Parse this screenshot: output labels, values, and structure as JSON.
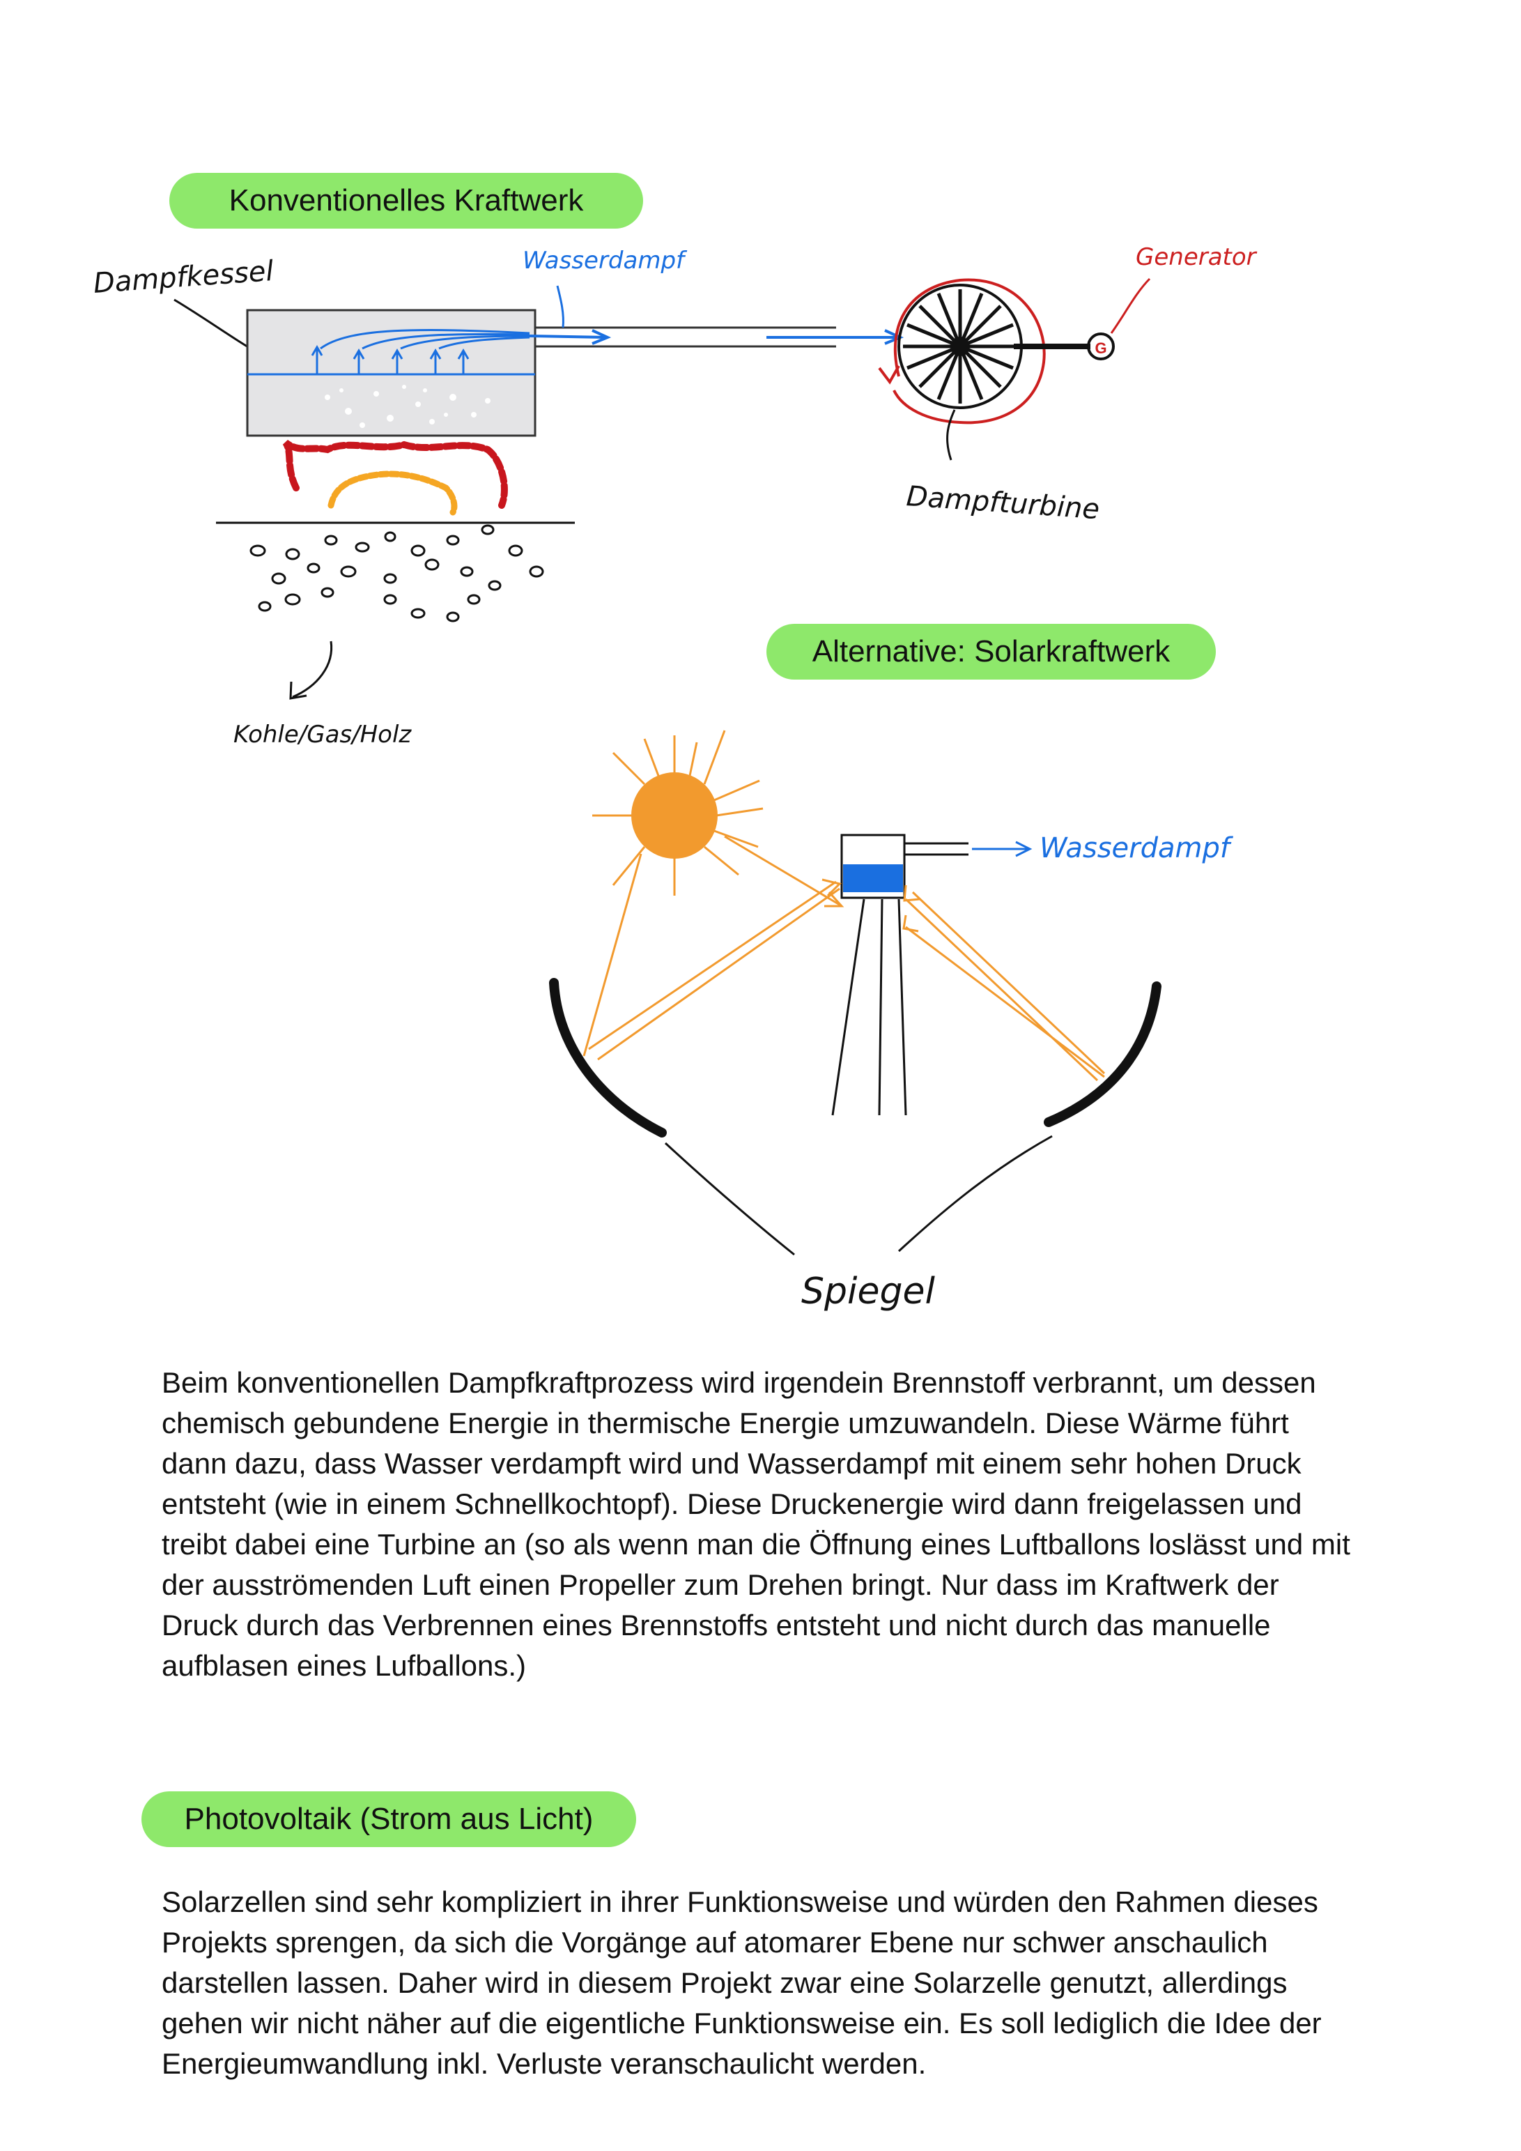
{
  "sections": {
    "conventional": {
      "title": "Konventionelles Kraftwerk"
    },
    "solar": {
      "title": "Alternative: Solarkraftwerk"
    },
    "photovoltaik": {
      "title": "Photovoltaik (Strom aus Licht)"
    }
  },
  "diagram_labels": {
    "dampfkessel": "Dampfkessel",
    "wasserdampf_top": "Wasserdampf",
    "generator": "Generator",
    "generator_symbol": "G",
    "dampfturbine": "Dampfturbine",
    "brennstoff": "Kohle/Gas/Holz",
    "wasserdampf_solar": "Wasserdampf",
    "spiegel": "Spiegel"
  },
  "paragraphs": {
    "dampfkraft": "Beim konventionellen Dampfkraftprozess wird irgendein Brennstoff verbrannt, um dessen chemisch gebundene Energie in thermische Energie umzuwandeln. Diese Wärme führt dann dazu, dass Wasser verdampft wird und Wasserdampf mit einem sehr hohen Druck entsteht (wie in einem Schnellkochtopf). Diese Druckenergie wird dann freigelassen und treibt dabei eine Turbine an (so als wenn man die Öffnung eines Luftballons loslässt und mit der ausströmenden Luft einen Propeller zum Drehen bringt. Nur dass im Kraftwerk der Druck durch das Verbrennen eines Brennstoffs entsteht und nicht durch das manuelle aufblasen eines Lufballons.)",
    "photovoltaik": "Solarzellen sind sehr kompliziert in ihrer Funktionsweise und würden den Rahmen dieses Projekts sprengen, da sich die Vorgänge auf atomarer Ebene nur schwer anschaulich darstellen lassen. Daher wird in diesem Projekt zwar eine Solarzelle genutzt, allerdings gehen wir nicht näher auf die eigentliche Funktionsweise ein. Es soll lediglich die Idee der Energieumwandlung inkl. Verluste veranschaulicht werden."
  },
  "colors": {
    "pill": "#8ee86b",
    "steam": "#1a6fe0",
    "generator": "#cc1f1f",
    "sun": "#f29a2e",
    "flame_outer": "#c8161d",
    "flame_inner": "#f5a623",
    "boiler_fill": "#e4e4e6"
  }
}
